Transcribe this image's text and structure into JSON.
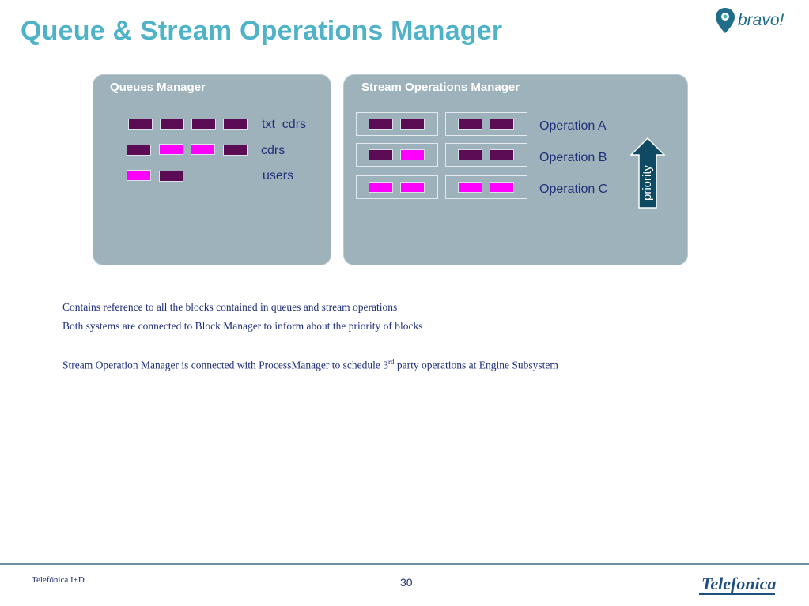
{
  "slide": {
    "title": "Queue & Stream Operations Manager",
    "page_number": "30",
    "footer_left": "Telefónica I+D"
  },
  "logos": {
    "bravo": "bravo!",
    "telefonica": "Telefonica"
  },
  "queues_panel": {
    "title": "Queues Manager",
    "queues": [
      {
        "label": "txt_cdrs",
        "blocks": [
          "dark",
          "dark",
          "dark",
          "dark"
        ]
      },
      {
        "label": "cdrs",
        "blocks": [
          "dark",
          "pink",
          "pink",
          "dark"
        ]
      },
      {
        "label": "users",
        "blocks": [
          "pink",
          "dark"
        ]
      }
    ]
  },
  "stream_panel": {
    "title": "Stream Operations Manager",
    "operations": [
      {
        "label": "Operation A",
        "slot1": [
          "dark",
          "dark"
        ],
        "slot2": [
          "dark",
          "dark"
        ]
      },
      {
        "label": "Operation B",
        "slot1": [
          "dark",
          "pink"
        ],
        "slot2": [
          "dark",
          "dark"
        ]
      },
      {
        "label": "Operation C",
        "slot1": [
          "pink",
          "pink"
        ],
        "slot2": [
          "pink",
          "pink"
        ]
      }
    ],
    "priority_label": "priority"
  },
  "notes": {
    "line1": "Contains reference to all the blocks contained in queues and stream operations",
    "line2": "Both systems are connected to Block Manager to inform about the priority of blocks",
    "line3_before": "Stream Operation Manager is connected with ProcessManager to schedule 3",
    "line3_sup": "rd",
    "line3_after": " party operations at Engine Subsystem"
  },
  "colors": {
    "title": "#4fb3c8",
    "panel": "#9db2bb",
    "block_dark": "#5c0b55",
    "block_pink": "#ff00ff",
    "text_blue": "#1f2f7a",
    "arrow": "#0f4a63"
  }
}
